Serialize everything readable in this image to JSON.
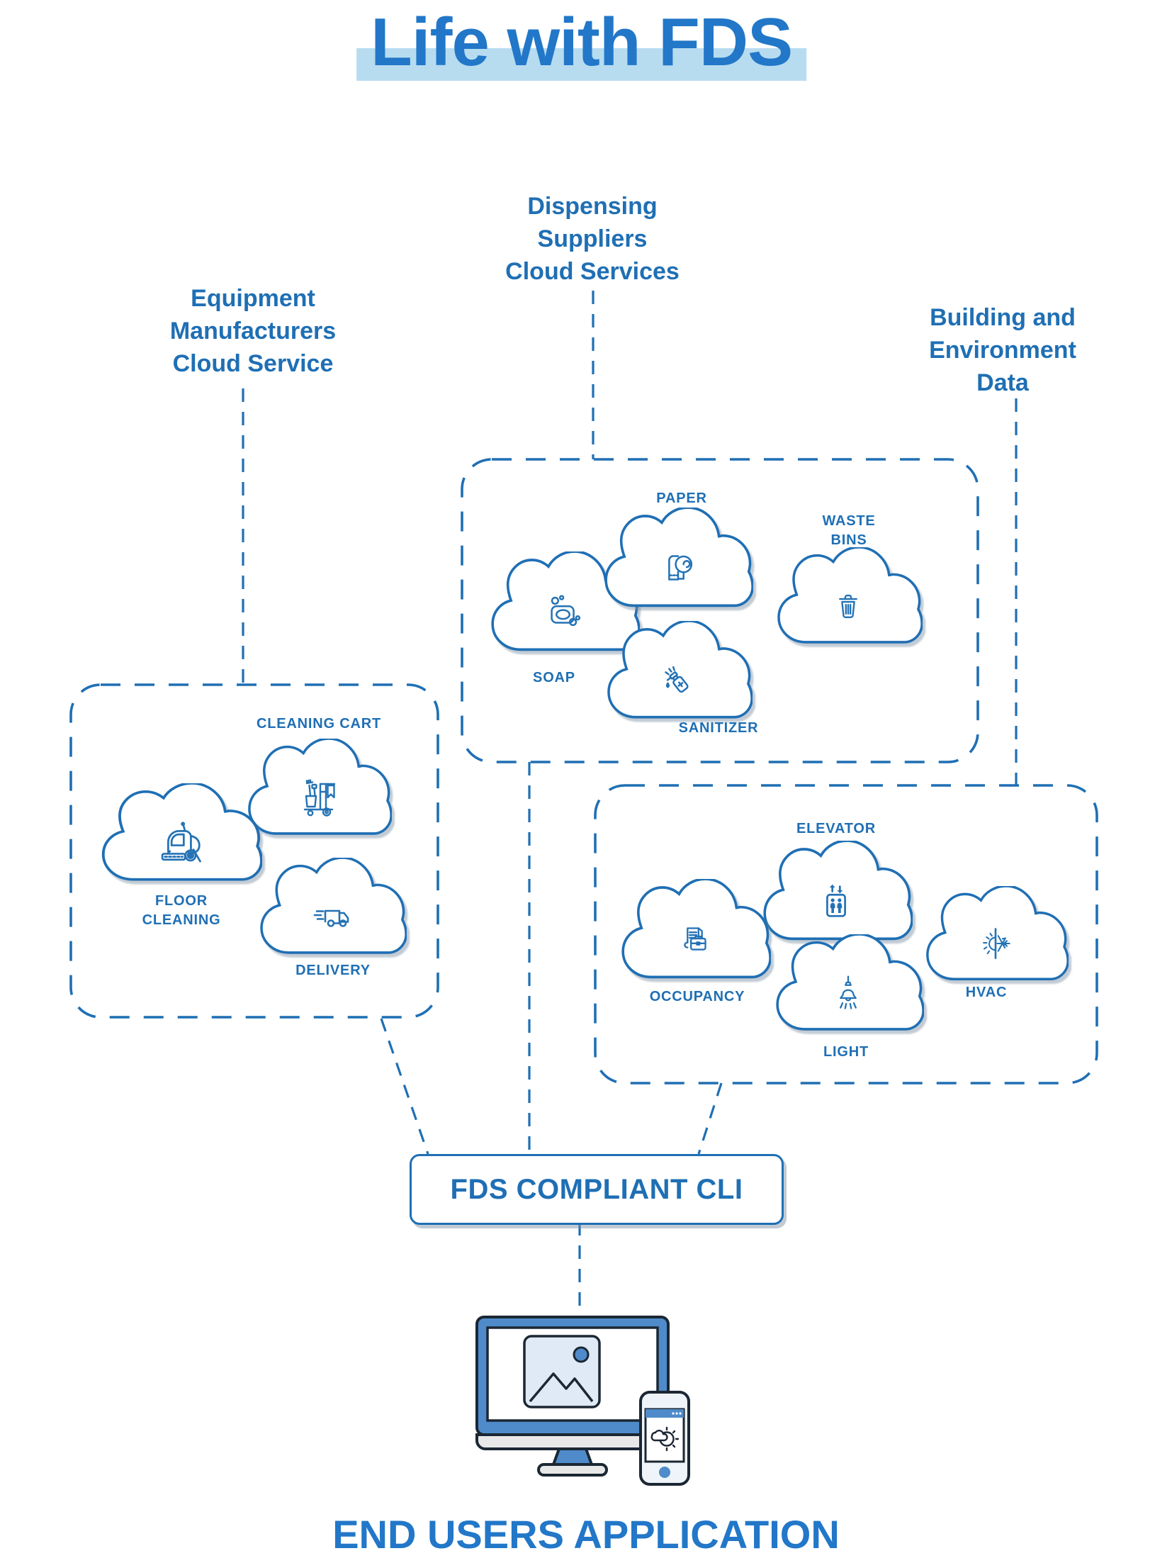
{
  "title": "Life with FDS",
  "colors": {
    "blue": "#1f6fb4",
    "title_blue": "#2277c8",
    "highlight": "#b7dcf0",
    "cloud_fill": "#ffffff",
    "shadow": "rgba(120,140,160,0.45)",
    "device_frame_blue": "#4f8bca",
    "device_screen_light": "#dfeaf6",
    "device_gray": "#e8e8e8",
    "device_outline": "#1b2733"
  },
  "sources": {
    "equipment": {
      "label": "Equipment\nManufacturers\nCloud Service"
    },
    "dispensing": {
      "label": "Dispensing\nSuppliers\nCloud Services"
    },
    "building": {
      "label": "Building and\nEnvironment\nData"
    }
  },
  "groups": {
    "dispensing": {
      "clouds": [
        {
          "id": "soap",
          "label": "SOAP",
          "icon": "soap-icon"
        },
        {
          "id": "paper",
          "label": "PAPER",
          "icon": "toilet-paper-icon"
        },
        {
          "id": "waste",
          "label": "WASTE\nBINS",
          "icon": "trash-bin-icon"
        },
        {
          "id": "sanitizer",
          "label": "SANITIZER",
          "icon": "sanitizer-bottle-icon"
        }
      ]
    },
    "equipment": {
      "clouds": [
        {
          "id": "cleaning-cart",
          "label": "CLEANING CART",
          "icon": "cleaning-cart-icon"
        },
        {
          "id": "floor-cleaning",
          "label": "FLOOR\nCLEANING",
          "icon": "floor-scrubber-icon"
        },
        {
          "id": "delivery",
          "label": "DELIVERY",
          "icon": "delivery-truck-icon"
        }
      ]
    },
    "building": {
      "clouds": [
        {
          "id": "elevator",
          "label": "ELEVATOR",
          "icon": "elevator-icon"
        },
        {
          "id": "occupancy",
          "label": "OCCUPANCY",
          "icon": "briefcase-document-icon"
        },
        {
          "id": "light",
          "label": "LIGHT",
          "icon": "pendant-lamp-icon"
        },
        {
          "id": "hvac",
          "label": "HVAC",
          "icon": "sun-snowflake-icon"
        }
      ]
    }
  },
  "cli": {
    "label": "FDS COMPLIANT CLI"
  },
  "end_users": {
    "label": "END USERS APPLICATION"
  }
}
